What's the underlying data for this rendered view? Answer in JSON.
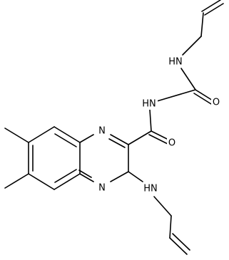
{
  "structure": {
    "atoms": [
      {
        "id": "n_ring_top",
        "symbol": "N"
      },
      {
        "id": "n_ring_bottom",
        "symbol": "N"
      },
      {
        "id": "n_amide",
        "symbol": "HN"
      },
      {
        "id": "n_urea",
        "symbol": "HN"
      },
      {
        "id": "n_amine",
        "symbol": "HN"
      },
      {
        "id": "o_urea",
        "symbol": "O"
      },
      {
        "id": "o_amide",
        "symbol": "O"
      }
    ]
  },
  "colors": {
    "bond": "#000000",
    "label": "#000000",
    "background": "#ffffff"
  }
}
